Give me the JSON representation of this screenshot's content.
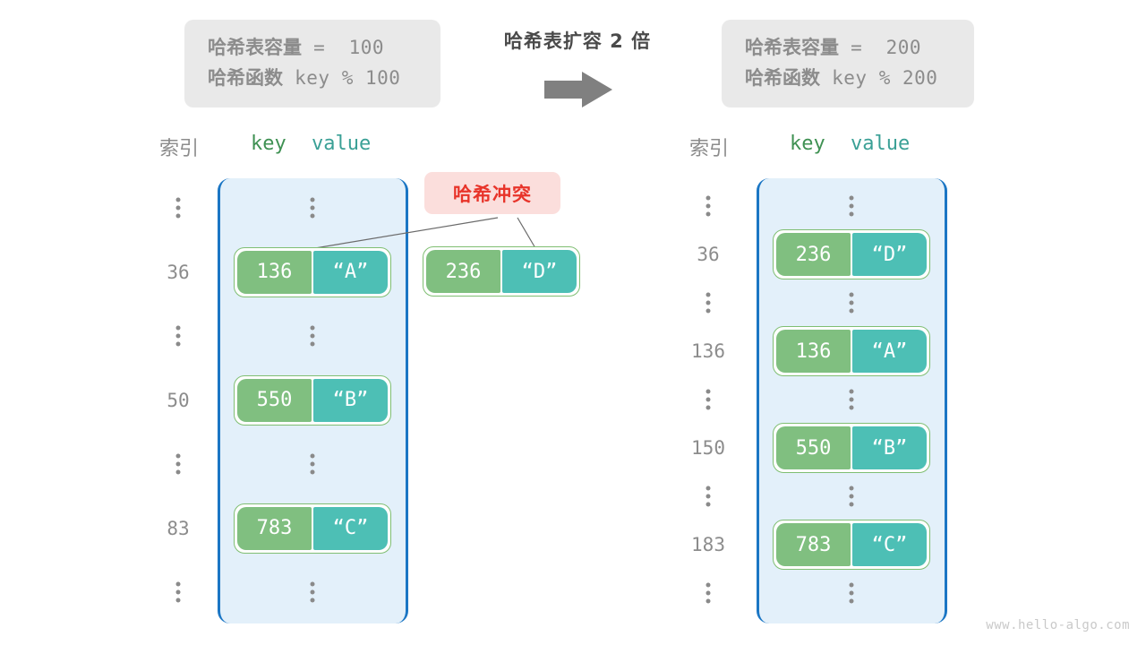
{
  "watermark": "www.hello-algo.com",
  "center": {
    "caption": "哈希表扩容 2 倍",
    "arrow_icon": "right-arrow-icon",
    "arrow_color": "#808080"
  },
  "info_left": {
    "capacity_label": "哈希表容量",
    "capacity_value": " =  100",
    "function_label": "哈希函数",
    "function_value": " key % 100"
  },
  "info_right": {
    "capacity_label": "哈希表容量",
    "capacity_value": " =  200",
    "function_label": "哈希函数",
    "function_value": " key % 200"
  },
  "headers": {
    "index": "索引",
    "key": "key",
    "value": "value"
  },
  "collision_badge": {
    "label": "哈希冲突",
    "bg": "#fbdedc",
    "fg": "#e8342a"
  },
  "colors": {
    "key_box": "#80bf80",
    "value_box": "#4dbfb5",
    "entry_border": "#7fbe72",
    "table_fill": "#e3f0fa",
    "table_border": "#1b76c4",
    "info_bg": "#e9e9e9",
    "muted_text": "#8c8c8c"
  },
  "left_table": {
    "title": "哈希表容量 = 100",
    "rows": [
      {
        "index": "⋮",
        "type": "dots",
        "key": "",
        "value": ""
      },
      {
        "index": "36",
        "type": "entry",
        "key": "136",
        "value": "“A”"
      },
      {
        "index": "⋮",
        "type": "dots",
        "key": "",
        "value": ""
      },
      {
        "index": "50",
        "type": "entry",
        "key": "550",
        "value": "“B”"
      },
      {
        "index": "⋮",
        "type": "dots",
        "key": "",
        "value": ""
      },
      {
        "index": "83",
        "type": "entry",
        "key": "783",
        "value": "“C”"
      },
      {
        "index": "⋮",
        "type": "dots",
        "key": "",
        "value": ""
      }
    ]
  },
  "right_table": {
    "title": "哈希表容量 = 200",
    "rows": [
      {
        "index": "⋮",
        "type": "dots",
        "key": "",
        "value": ""
      },
      {
        "index": "36",
        "type": "entry",
        "key": "236",
        "value": "“D”"
      },
      {
        "index": "⋮",
        "type": "dots",
        "key": "",
        "value": ""
      },
      {
        "index": "136",
        "type": "entry",
        "key": "136",
        "value": "“A”"
      },
      {
        "index": "⋮",
        "type": "dots",
        "key": "",
        "value": ""
      },
      {
        "index": "150",
        "type": "entry",
        "key": "550",
        "value": "“B”"
      },
      {
        "index": "⋮",
        "type": "dots",
        "key": "",
        "value": ""
      },
      {
        "index": "183",
        "type": "entry",
        "key": "783",
        "value": "“C”"
      },
      {
        "index": "⋮",
        "type": "dots",
        "key": "",
        "value": ""
      }
    ]
  },
  "colliding_entry": {
    "key": "236",
    "value": "“D”"
  }
}
